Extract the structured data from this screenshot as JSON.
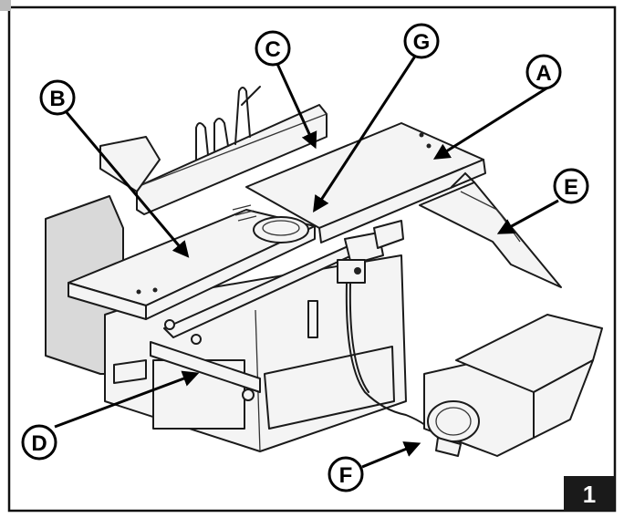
{
  "figure": {
    "number": "1",
    "callouts": [
      {
        "id": "A",
        "label": "A"
      },
      {
        "id": "B",
        "label": "B"
      },
      {
        "id": "C",
        "label": "C"
      },
      {
        "id": "D",
        "label": "D"
      },
      {
        "id": "E",
        "label": "E"
      },
      {
        "id": "F",
        "label": "F"
      },
      {
        "id": "G",
        "label": "G"
      }
    ]
  }
}
